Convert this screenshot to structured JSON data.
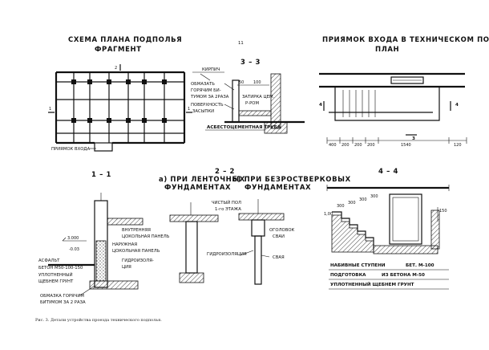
{
  "page_number": "11",
  "plan": {
    "title": "СХЕМА ПЛАНА ПОДПОЛЬЯ",
    "subtitle": "ФРАГМЕНТ",
    "entry_label": "ПРИЯМОК ВХОДА"
  },
  "section_33": {
    "title": "3 – 3",
    "labels": {
      "kirpich": "КИРПИЧ",
      "obmazat": "ОБМАЗАТЬ",
      "goryachim": "ГОРЯЧИМ БИ-",
      "tumom": "ТУМОМ ЗА 2РАЗА",
      "poverhnost": "ПОВЕРХНОСТЬ",
      "zasypki": "ЗАСЫПКИ",
      "zatirka": "ЗАТИРКА ЦЕМ.",
      "rastvor": "Р-РОМ",
      "truba": "АСБЕСТОЦЕМЕНТНАЯ ТРУБА"
    },
    "dims": {
      "d1": "50",
      "d2": "100"
    }
  },
  "priyamok": {
    "title_line1": "ПРИЯМОК ВХОДА В ТЕХНИЧЕСКОМ ПОДПОЛЬЕ",
    "title_line2": "ПЛАН",
    "cut_left": "4",
    "cut_right": "4",
    "cut_bottom": "3",
    "dims": [
      "400",
      "200",
      "200",
      "200",
      "1540",
      "120"
    ]
  },
  "section_11": {
    "title": "1 – 1",
    "labels": {
      "mark": "3.000",
      "mark2": "-0.03",
      "asfalt": "АСФАЛЬТ",
      "beton": "БЕТОН М50-100-150",
      "uplotn": "УПЛОТНЕННЫЙ",
      "shcheben": "ЩЕБНЕМ ГРУНТ",
      "vnutr": "ВНУТРЕННЯЯ",
      "cokol_kanal": "ЦОКОЛЬНАЯ ПАНЕЛЬ",
      "naruzh": "НАРУЖНАЯ",
      "cokol_panel": "ЦОКОЛЬНАЯ ПАНЕЛЬ",
      "gidro": "ГИДРОИЗОЛЯ-",
      "gidro2": "ЦИЯ",
      "obmaz": "ОБМАЗКА ГОРЯЧИМ",
      "obmaz2": "БИТУМОМ ЗА 2 РАЗА"
    }
  },
  "section_22": {
    "title": "2 – 2",
    "sub_a": "а) ПРИ ЛЕНТОЧНЫХ",
    "sub_a2": "ФУНДАМЕНТАХ",
    "sub_b": "б) ПРИ БЕЗРОСТВЕРКОВЫХ",
    "sub_b2": "ФУНДАМЕНТАХ",
    "labels": {
      "chist_pol": "ЧИСТЫЙ ПОЛ",
      "etazh": "1-го ЭТАЖА",
      "ogolovok": "ОГОЛОВОК",
      "svai": "СВАИ",
      "gidroizol": "ГИДРОИЗОЛЯЦИЯ",
      "svaya": "СВАЯ"
    }
  },
  "section_44": {
    "title": "4 – 4",
    "dims": [
      "300",
      "300",
      "300",
      "300",
      "1,00"
    ],
    "side_dim": "150",
    "labels": {
      "stupeni": "НАБИВНЫЕ СТУПЕНИ",
      "stupeni_val": "БЕТ. М-100",
      "podgotovka": "ПОДГОТОВКА",
      "podgotovka_val": "ИЗ БЕТОНА М-50",
      "uplotn": "УПЛОТНЕННЫЙ ЩЕБНЕМ ГРУНТ"
    }
  },
  "caption": "Рис. 3. Детали устройства проезда технического подполья."
}
